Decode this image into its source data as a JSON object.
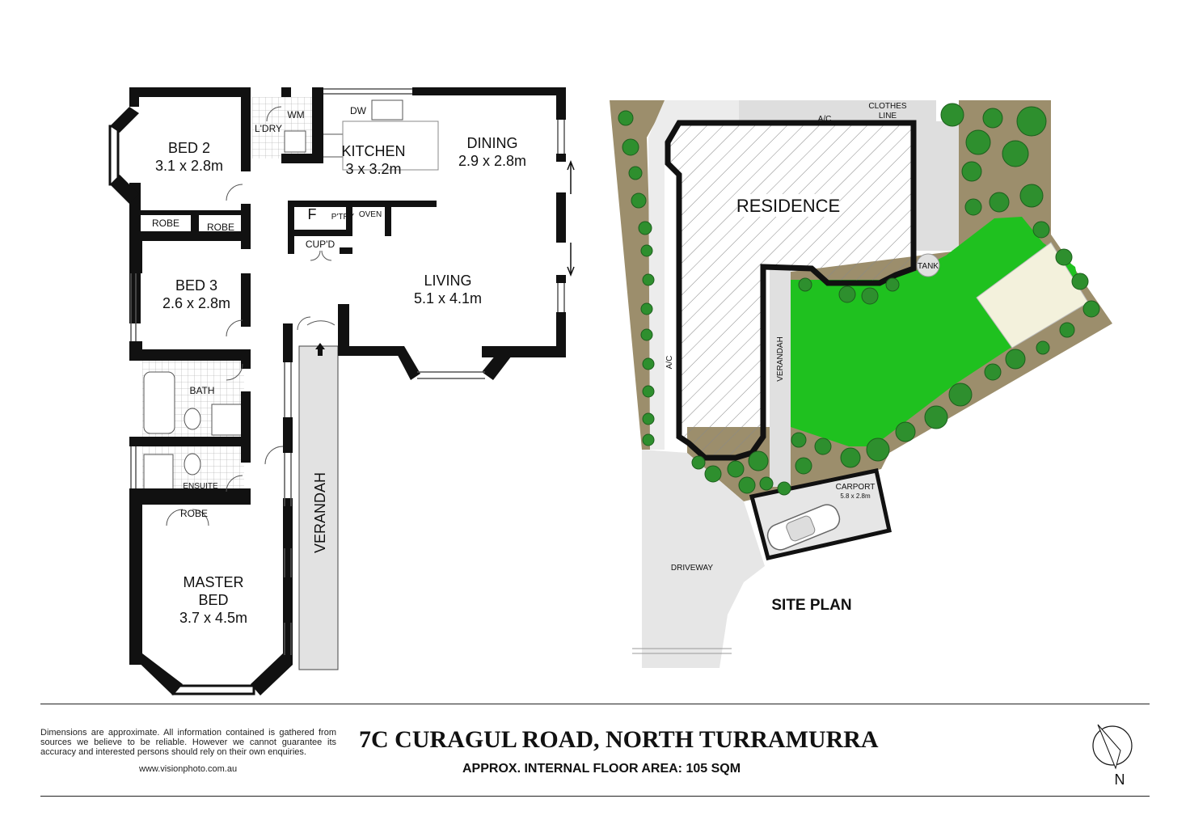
{
  "floorplan": {
    "rooms": [
      {
        "key": "bed2",
        "name": "BED 2",
        "dims": "3.1 x 2.8m"
      },
      {
        "key": "bed3",
        "name": "BED 3",
        "dims": "2.6 x 2.8m"
      },
      {
        "key": "kitchen",
        "name": "KITCHEN",
        "dims": "3 x 3.2m"
      },
      {
        "key": "dining",
        "name": "DINING",
        "dims": "2.9 x 2.8m"
      },
      {
        "key": "living",
        "name": "LIVING",
        "dims": "5.1 x 4.1m"
      },
      {
        "key": "master",
        "name": "MASTER",
        "name2": "BED",
        "dims": "3.7 x 4.5m"
      }
    ],
    "labels": {
      "wm": "WM",
      "ldry": "L'DRY",
      "dw": "DW",
      "robe_bed2": "ROBE",
      "robe_bed3": "ROBE",
      "f": "F",
      "ptry": "P'TRY",
      "oven": "OVEN",
      "cupd": "CUP'D",
      "bath": "BATH",
      "ensuite": "ENSUITE",
      "robe_master": "ROBE",
      "verandah": "VERANDAH"
    }
  },
  "siteplan": {
    "title": "SITE PLAN",
    "residence": "RESIDENCE",
    "ac_top": "A/C",
    "ac_side": "A/C",
    "clothes_line_1": "CLOTHES",
    "clothes_line_2": "LINE",
    "tank": "TANK",
    "verandah": "VERANDAH",
    "carport": "CARPORT",
    "carport_dims": "5.8 x 2.8m",
    "driveway": "DRIVEWAY"
  },
  "footer": {
    "disclaimer": "Dimensions are approximate. All information contained is gathered from sources we believe to be reliable. However we cannot guarantee its accuracy and interested persons should rely on their own enquiries.",
    "website": "www.visionphoto.com.au",
    "address": "7C CURAGUL ROAD, NORTH TURRAMURRA",
    "floor_area": "APPROX. INTERNAL FLOOR AREA: 105 SQM",
    "north": "N"
  },
  "colors": {
    "wall": "#111111",
    "lawn": "#1fc11f",
    "garden_bed": "#9c8e6c",
    "paving": "#dedede",
    "plant": "#2e8f2e"
  }
}
